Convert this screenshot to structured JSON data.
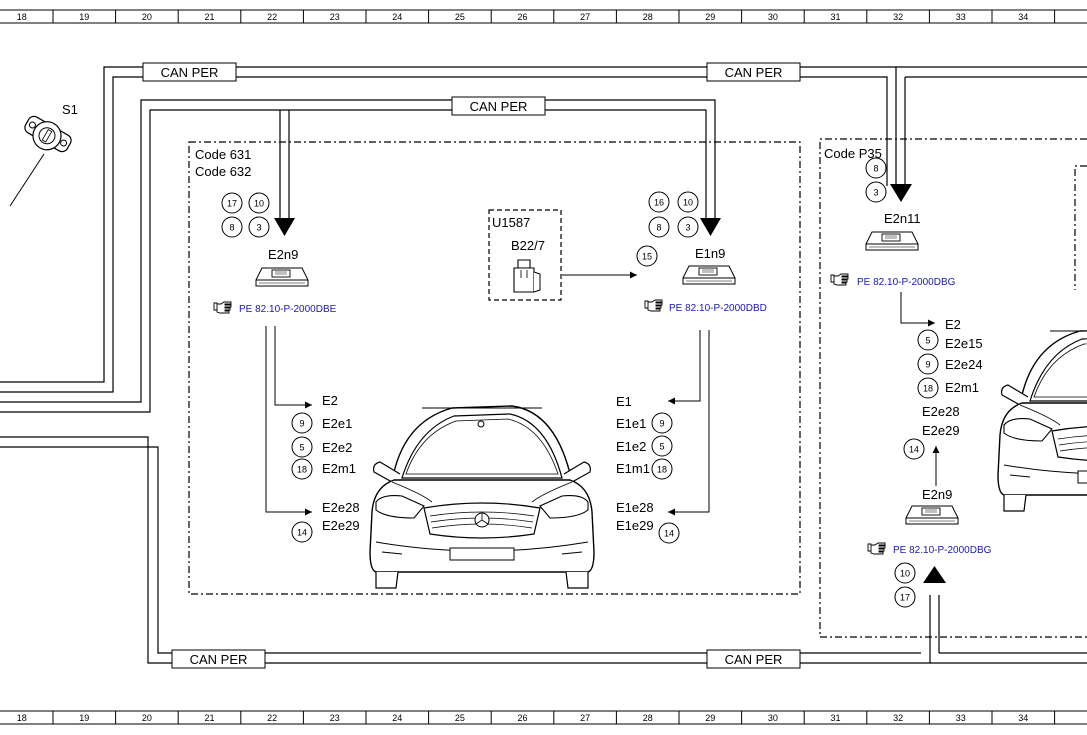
{
  "ruler": [
    "18",
    "19",
    "20",
    "21",
    "22",
    "23",
    "24",
    "25",
    "26",
    "27",
    "28",
    "29",
    "30",
    "31",
    "32",
    "33",
    "34"
  ],
  "bus_label": "CAN PER",
  "switch": {
    "label": "S1"
  },
  "zone_left": {
    "code1": "Code 631",
    "code2": "Code 632"
  },
  "zone_right": {
    "code": "Code P35"
  },
  "sensor": {
    "box": "U1587",
    "label": "B22/7",
    "pin": "15"
  },
  "e2n9_left": {
    "label": "E2n9",
    "pins": [
      "17",
      "10",
      "8",
      "3"
    ],
    "ref": "PE 82.10-P-2000DBE",
    "outputs": [
      {
        "label": "E2",
        "pin": ""
      },
      {
        "label": "E2e1",
        "pin": "9"
      },
      {
        "label": "E2e2",
        "pin": "5"
      },
      {
        "label": "E2m1",
        "pin": "18"
      },
      {
        "label": "E2e28",
        "pin": ""
      },
      {
        "label": "E2e29",
        "pin": "14"
      }
    ]
  },
  "e1n9": {
    "label": "E1n9",
    "pins": [
      "16",
      "10",
      "8",
      "3"
    ],
    "ref": "PE 82.10-P-2000DBD",
    "outputs": [
      {
        "label": "E1",
        "pin": ""
      },
      {
        "label": "E1e1",
        "pin": "9"
      },
      {
        "label": "E1e2",
        "pin": "5"
      },
      {
        "label": "E1m1",
        "pin": "18"
      },
      {
        "label": "E1e28",
        "pin": ""
      },
      {
        "label": "E1e29",
        "pin": "14"
      }
    ]
  },
  "e2n11": {
    "label": "E2n11",
    "pins": [
      "8",
      "3"
    ],
    "ref": "PE 82.10-P-2000DBG",
    "outputs": [
      {
        "label": "E2",
        "pin": ""
      },
      {
        "label": "E2e15",
        "pin": "5"
      },
      {
        "label": "E2e24",
        "pin": "9"
      },
      {
        "label": "E2m1",
        "pin": "18"
      }
    ]
  },
  "e2n9_right": {
    "label": "E2n9",
    "pins": [
      "10",
      "17"
    ],
    "ref": "PE 82.10-P-2000DBG",
    "outputs": [
      {
        "label": "E2e28"
      },
      {
        "label": "E2e29"
      }
    ],
    "pin": "14"
  },
  "icons": [
    "pointing-hand-icon",
    "control-unit-icon",
    "sensor-icon",
    "ignition-switch-icon",
    "car-front-icon"
  ]
}
